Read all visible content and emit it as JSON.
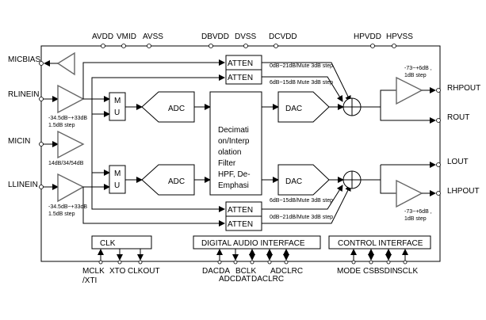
{
  "diagram": {
    "title": "Audio codec block diagram",
    "power_pins": [
      "AVDD",
      "VMID",
      "AVSS",
      "DBVDD",
      "DVSS",
      "DCVDD",
      "HPVDD",
      "HPVSS"
    ],
    "input_pins": {
      "micbias": "MICBIAS",
      "rlinein": "RLINEIN",
      "micin": "MICIN",
      "llinein": "LLINEIN"
    },
    "output_pins": {
      "rhpout": "RHPOUT",
      "rout": "ROUT",
      "lout": "LOUT",
      "lhpout": "LHPOUT"
    },
    "gain_labels": {
      "line_in_r_1": "-34.5dB~+33dB",
      "line_in_r_2": "1.5dB step",
      "mic": "14dB/34/54dB",
      "line_in_l_1": "-34.5dB~+33dB",
      "line_in_l_2": "1.5dB step",
      "hp_r_1": "-73~+6dB ,",
      "hp_r_2": "1dB step",
      "hp_l_1": "-73~+6dB ,",
      "hp_l_2": "1dB step"
    },
    "atten_labels": {
      "top_1": "ATTEN",
      "top_2": "ATTEN",
      "bottom_1": "ATTEN",
      "bottom_2": "ATTEN",
      "top_1_range": "0dB~21dB/Mute 3dB step",
      "top_2_range": "6dB~15dB Mute 3dB step",
      "bottom_1_range": "6dB~15dB/Mute 3dB step",
      "bottom_2_range": "0dB~21dB/Mute 3dB step"
    },
    "mux": {
      "top": [
        "M",
        "U"
      ],
      "bottom": [
        "M",
        "U"
      ]
    },
    "adc_label": "ADC",
    "dac_label": "DAC",
    "filter_lines": [
      "Decimati",
      "on/Interp",
      "olation",
      "Filter",
      "HPF, De-",
      "Emphasi"
    ],
    "interface_blocks": {
      "clk": "CLK",
      "digital_audio": "DIGITAL AUDIO INTERFACE",
      "control": "CONTROL INTERFACE"
    },
    "clk_pins": {
      "mclk_1": "MCLK",
      "mclk_2": "/XTI",
      "xto": "XTO",
      "clkout": "CLKOUT"
    },
    "audio_pins": {
      "dacdat": "DACDA",
      "bclk": "BCLK",
      "adclrc": "ADCLRC",
      "adcdat": "ADCDAT",
      "daclrc": "DACLRC"
    },
    "control_pins": {
      "mode": "MODE",
      "csb": "CSB",
      "sdin": "SDIN",
      "sclk": "SCLK"
    }
  }
}
